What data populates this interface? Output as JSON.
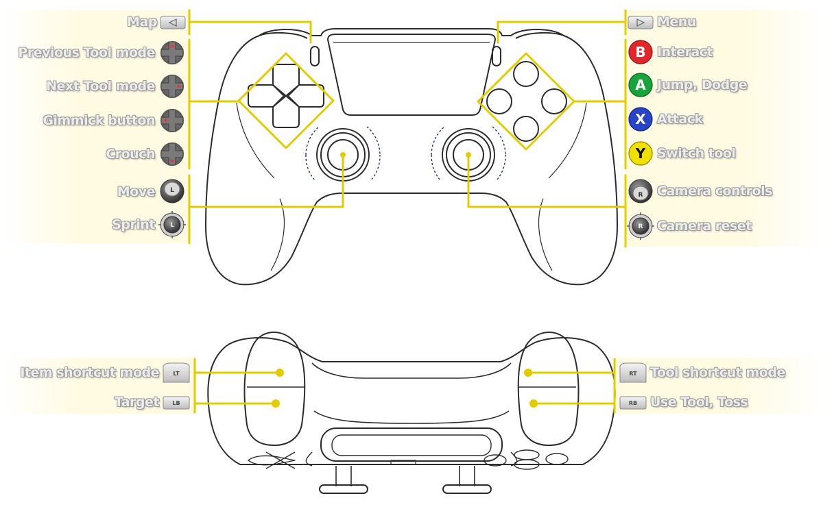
{
  "colors": {
    "callout_line": "#e2cc00",
    "callout_band": "#fffbe3",
    "btn_b": "#e3262c",
    "btn_a": "#17a53b",
    "btn_x": "#2a44c8",
    "btn_y": "#f0e000"
  },
  "left_labels": [
    {
      "key": "map",
      "text": "Map",
      "icon": "view-button-icon"
    },
    {
      "key": "prev_tool",
      "text": "Previous Tool mode",
      "icon": "dpad-up-icon"
    },
    {
      "key": "next_tool",
      "text": "Next Tool mode",
      "icon": "dpad-right-icon"
    },
    {
      "key": "gimmick",
      "text": "Gimmick button",
      "icon": "dpad-left-icon"
    },
    {
      "key": "crouch",
      "text": "Crouch",
      "icon": "dpad-down-icon"
    },
    {
      "key": "move",
      "text": "Move",
      "icon": "left-stick-icon"
    },
    {
      "key": "sprint",
      "text": "Sprint",
      "icon": "left-stick-click-icon"
    }
  ],
  "right_labels": [
    {
      "key": "menu",
      "text": "Menu",
      "icon": "menu-button-icon"
    },
    {
      "key": "interact",
      "text": "Interact",
      "icon": "b-button-icon",
      "glyph": "B"
    },
    {
      "key": "jump",
      "text": "Jump, Dodge",
      "icon": "a-button-icon",
      "glyph": "A"
    },
    {
      "key": "attack",
      "text": "Attack",
      "icon": "x-button-icon",
      "glyph": "X"
    },
    {
      "key": "switch_tool",
      "text": "Switch tool",
      "icon": "y-button-icon",
      "glyph": "Y"
    },
    {
      "key": "camera_controls",
      "text": "Camera controls",
      "icon": "right-stick-icon",
      "glyph": "R"
    },
    {
      "key": "camera_reset",
      "text": "Camera reset",
      "icon": "right-stick-click-icon",
      "glyph": "R"
    }
  ],
  "stick_glyph_left": "L",
  "bottom_left": [
    {
      "key": "item_shortcut",
      "text": "Item shortcut mode",
      "icon": "lt-trigger-icon",
      "glyph": "LT"
    },
    {
      "key": "target",
      "text": "Target",
      "icon": "lb-bumper-icon",
      "glyph": "LB"
    }
  ],
  "bottom_right": [
    {
      "key": "tool_shortcut",
      "text": "Tool shortcut mode",
      "icon": "rt-trigger-icon",
      "glyph": "RT"
    },
    {
      "key": "use_tool",
      "text": "Use Tool, Toss",
      "icon": "rb-bumper-icon",
      "glyph": "RB"
    }
  ]
}
